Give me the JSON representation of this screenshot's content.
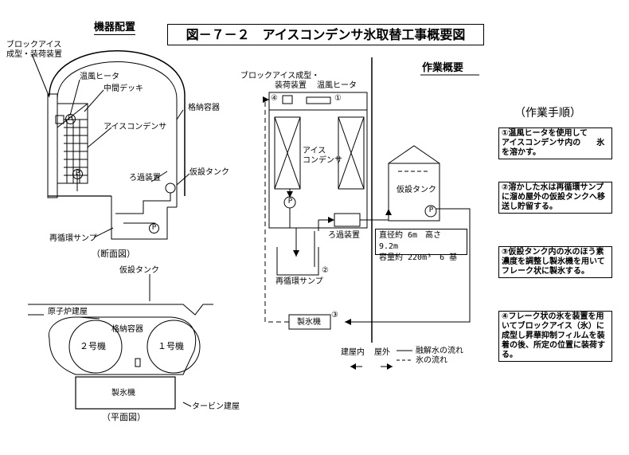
{
  "title": "図－７－２　アイスコンデンサ氷取替工事概要図",
  "left_top": {
    "heading": "機器配置",
    "block_ice_label_1": "ブロックアイス",
    "block_ice_label_2": "成型・装荷装置",
    "heater": "温風ヒータ",
    "deck": "中間デッキ",
    "containment": "格納容器",
    "ice_condenser": "アイスコンデンサ",
    "filter": "ろ過装置",
    "temp_tank": "仮設タンク",
    "sump": "再循環サンプ",
    "caption": "（断面図）",
    "h_symbol": "H",
    "p_symbol": "P"
  },
  "left_bottom": {
    "temp_tank": "仮設タンク",
    "reactor_building": "原子炉建屋",
    "containment": "格納容器",
    "unit2": "２号機",
    "unit1": "１号機",
    "ice_machine": "製氷機",
    "turbine_building": "タービン建屋",
    "caption": "（平面図）"
  },
  "center": {
    "heading": "作業概要",
    "block_ice_1": "ブロックアイス成型・",
    "block_ice_2": "装荷装置",
    "heater": "温風ヒータ",
    "ice_cond_1": "アイス",
    "ice_cond_2": "コンデンサ",
    "filter": "ろ過装置",
    "temp_tank": "仮設タンク",
    "spec_1": "直径約 6m　高さ 9.2m",
    "spec_2": "容量約 220m³　6 基",
    "sump": "再循環サンプ",
    "ice_machine": "製氷機",
    "inside": "建屋内",
    "outside": "屋外",
    "legend_solid": "融解水の流れ",
    "legend_dash": "氷の流れ",
    "n1": "①",
    "n2": "②",
    "n3": "③",
    "n4": "④",
    "p_symbol": "P"
  },
  "procedure": {
    "heading": "（作業手順）",
    "steps": [
      "①温風ヒータを使用して　　アイスコンデンサ内の　　氷を溶かす。",
      "②溶かした水は再循環サンプに溜め屋外の仮設タンクへ移送し貯留する。",
      "③仮設タンク内の水のほう素濃度を調整し製氷機を用いてフレーク状に製氷する。",
      "④フレーク状の氷を装置を用いてブロックアイス（氷）に成型し昇華抑制フィルムを装着の後、所定の位置に装荷する。"
    ]
  }
}
